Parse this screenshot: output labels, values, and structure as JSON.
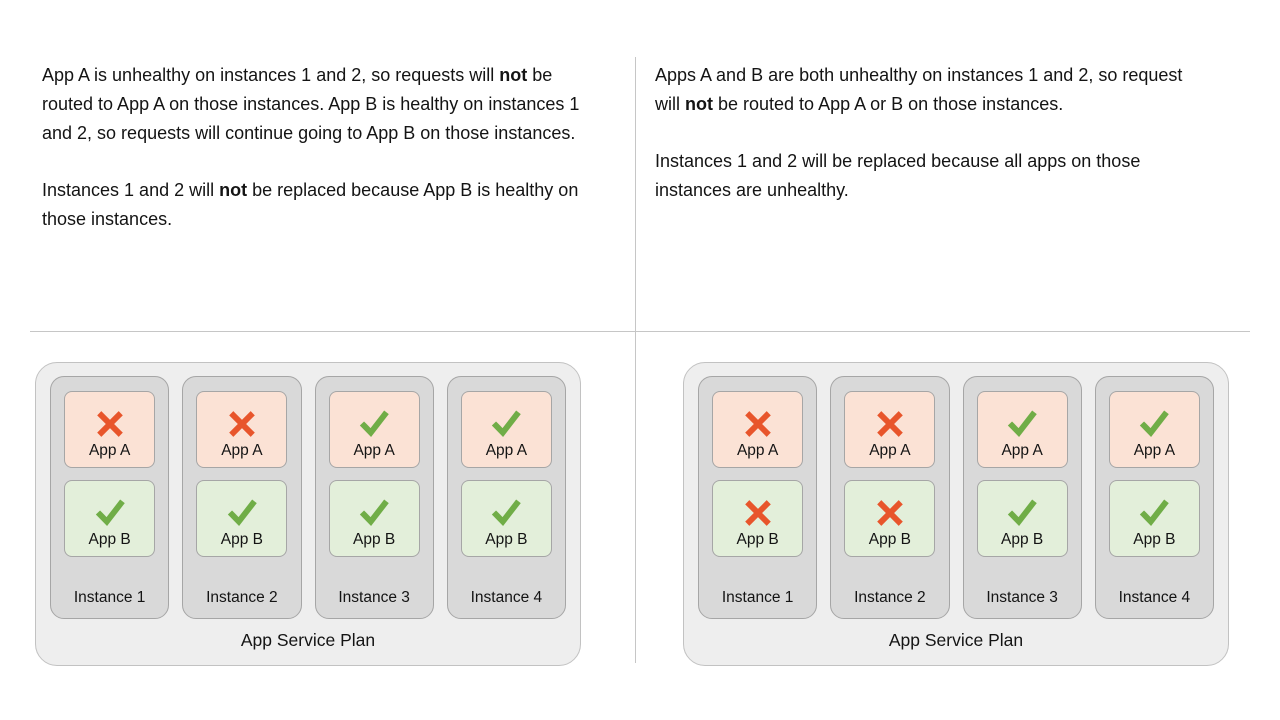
{
  "colors": {
    "plan_bg": "#eeeeee",
    "plan_border": "#c2c2c2",
    "instance_bg": "#d9d9d9",
    "instance_border": "#a6a6a6",
    "app_a_bg": "#fbe2d5",
    "app_b_bg": "#e3efda",
    "app_border": "#a6a6a6",
    "check": "#70ad47",
    "cross": "#e8552b"
  },
  "icons": {
    "healthy": "check-icon",
    "unhealthy": "cross-icon"
  },
  "left_panel": {
    "paragraphs": [
      [
        {
          "t": "App A is unhealthy on instances 1 and 2, so requests will "
        },
        {
          "t": "not",
          "b": true
        },
        {
          "t": " be routed to App A on those instances. App B is healthy on instances 1 and 2, so requests will continue going to App B on those instances."
        }
      ],
      [
        {
          "t": "Instances 1 and 2 will "
        },
        {
          "t": "not",
          "b": true
        },
        {
          "t": " be replaced because App B is healthy on those instances."
        }
      ]
    ],
    "plan": {
      "label": "App Service Plan",
      "instances": [
        {
          "label": "Instance 1",
          "apps": [
            {
              "name": "App A",
              "status": "unhealthy"
            },
            {
              "name": "App B",
              "status": "healthy"
            }
          ]
        },
        {
          "label": "Instance 2",
          "apps": [
            {
              "name": "App A",
              "status": "unhealthy"
            },
            {
              "name": "App B",
              "status": "healthy"
            }
          ]
        },
        {
          "label": "Instance 3",
          "apps": [
            {
              "name": "App A",
              "status": "healthy"
            },
            {
              "name": "App B",
              "status": "healthy"
            }
          ]
        },
        {
          "label": "Instance 4",
          "apps": [
            {
              "name": "App A",
              "status": "healthy"
            },
            {
              "name": "App B",
              "status": "healthy"
            }
          ]
        }
      ]
    }
  },
  "right_panel": {
    "paragraphs": [
      [
        {
          "t": "Apps A and B are both unhealthy on instances 1 and 2, so request will "
        },
        {
          "t": "not",
          "b": true
        },
        {
          "t": " be routed to App A or B on those instances."
        }
      ],
      [
        {
          "t": "Instances 1 and 2 will be replaced because all apps on those instances are unhealthy."
        }
      ]
    ],
    "plan": {
      "label": "App Service Plan",
      "instances": [
        {
          "label": "Instance 1",
          "apps": [
            {
              "name": "App A",
              "status": "unhealthy"
            },
            {
              "name": "App B",
              "status": "unhealthy"
            }
          ]
        },
        {
          "label": "Instance 2",
          "apps": [
            {
              "name": "App A",
              "status": "unhealthy"
            },
            {
              "name": "App B",
              "status": "unhealthy"
            }
          ]
        },
        {
          "label": "Instance 3",
          "apps": [
            {
              "name": "App A",
              "status": "healthy"
            },
            {
              "name": "App B",
              "status": "healthy"
            }
          ]
        },
        {
          "label": "Instance 4",
          "apps": [
            {
              "name": "App A",
              "status": "healthy"
            },
            {
              "name": "App B",
              "status": "healthy"
            }
          ]
        }
      ]
    }
  }
}
